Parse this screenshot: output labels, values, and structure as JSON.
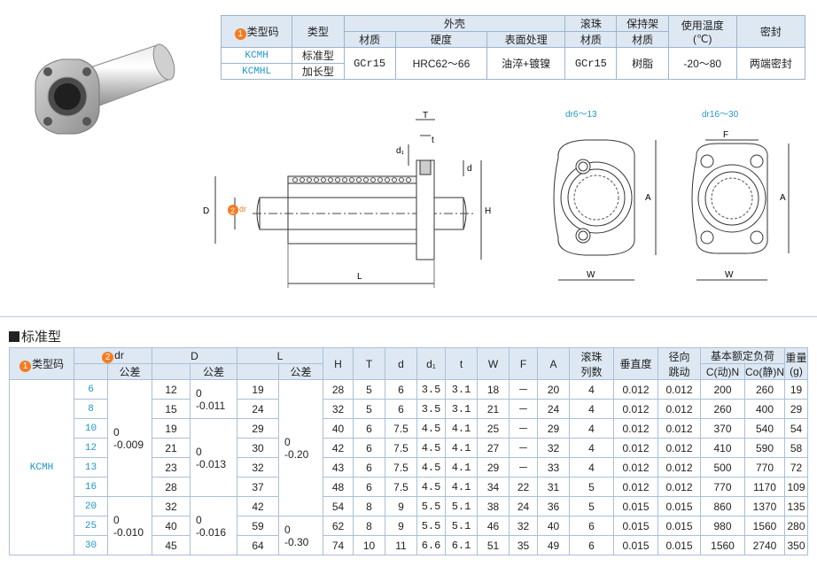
{
  "spec": {
    "headers": {
      "code": "类型码",
      "type": "类型",
      "shell": "外壳",
      "balls": "滚珠",
      "retainer": "保持架",
      "temp_line1": "使用温度",
      "temp_line2": "(℃)",
      "seal": "密封",
      "material": "材质",
      "hardness": "硬度",
      "surface": "表面处理"
    },
    "badge": "1",
    "rows": [
      {
        "code": "KCMH",
        "type": "标准型"
      },
      {
        "code": "KCMHL",
        "type": "加长型"
      }
    ],
    "shell_material": "GCr15",
    "hardness": "HRC62～66",
    "surface": "油淬+镀镍",
    "ball_material": "GCr15",
    "retainer_material": "树脂",
    "temp": "-20～80",
    "seal": "两端密封"
  },
  "drawing": {
    "dims": {
      "T": "T",
      "t": "t",
      "d1": "d₁",
      "d": "d",
      "D": "D",
      "dr": "dr",
      "H": "H",
      "L": "L",
      "A": "A",
      "W": "W",
      "F": "F"
    },
    "badge": "2",
    "view1_label": "dr6～13",
    "view2_label": "dr16～30"
  },
  "section_title": "标准型",
  "table": {
    "headers": {
      "code": "类型码",
      "dr": "dr",
      "D": "D",
      "L": "L",
      "tol": "公差",
      "H": "H",
      "T": "T",
      "d": "d",
      "d1": "d₁",
      "t": "t",
      "W": "W",
      "F": "F",
      "A": "A",
      "rows_l1": "滚珠",
      "rows_l2": "列数",
      "perp": "垂直度",
      "radial_l1": "径向",
      "radial_l2": "跳动",
      "load": "基本额定负荷",
      "C": "C(动)N",
      "Co": "Co(静)N",
      "weight_l1": "重量",
      "weight_l2": "(g)"
    },
    "code": "KCMH",
    "dr_tol": [
      "0\n-0.009",
      "0\n-0.010"
    ],
    "D_tol": [
      "0\n-0.011",
      "0\n-0.013",
      "0\n-0.016"
    ],
    "L_tol": [
      "0\n-0.20",
      "0\n-0.30"
    ],
    "rows": [
      [
        "6",
        "12",
        "19",
        "28",
        "5",
        "6",
        "3.5",
        "3.1",
        "18",
        "－",
        "20",
        "4",
        "0.012",
        "0.012",
        "200",
        "260",
        "19"
      ],
      [
        "8",
        "15",
        "24",
        "32",
        "5",
        "6",
        "3.5",
        "3.1",
        "21",
        "－",
        "24",
        "4",
        "0.012",
        "0.012",
        "260",
        "400",
        "29"
      ],
      [
        "10",
        "19",
        "29",
        "40",
        "6",
        "7.5",
        "4.5",
        "4.1",
        "25",
        "－",
        "29",
        "4",
        "0.012",
        "0.012",
        "370",
        "540",
        "54"
      ],
      [
        "12",
        "21",
        "30",
        "42",
        "6",
        "7.5",
        "4.5",
        "4.1",
        "27",
        "－",
        "32",
        "4",
        "0.012",
        "0.012",
        "410",
        "590",
        "58"
      ],
      [
        "13",
        "23",
        "32",
        "43",
        "6",
        "7.5",
        "4.5",
        "4.1",
        "29",
        "－",
        "33",
        "4",
        "0.012",
        "0.012",
        "500",
        "770",
        "72"
      ],
      [
        "16",
        "28",
        "37",
        "48",
        "6",
        "7.5",
        "4.5",
        "4.1",
        "34",
        "22",
        "31",
        "5",
        "0.012",
        "0.012",
        "770",
        "1170",
        "109"
      ],
      [
        "20",
        "32",
        "42",
        "54",
        "8",
        "9",
        "5.5",
        "5.1",
        "38",
        "24",
        "36",
        "5",
        "0.015",
        "0.015",
        "860",
        "1370",
        "135"
      ],
      [
        "25",
        "40",
        "59",
        "62",
        "8",
        "9",
        "5.5",
        "5.1",
        "46",
        "32",
        "40",
        "6",
        "0.015",
        "0.015",
        "980",
        "1560",
        "280"
      ],
      [
        "30",
        "45",
        "64",
        "74",
        "10",
        "11",
        "6.6",
        "6.1",
        "51",
        "35",
        "49",
        "6",
        "0.015",
        "0.015",
        "1560",
        "2740",
        "350"
      ]
    ]
  }
}
